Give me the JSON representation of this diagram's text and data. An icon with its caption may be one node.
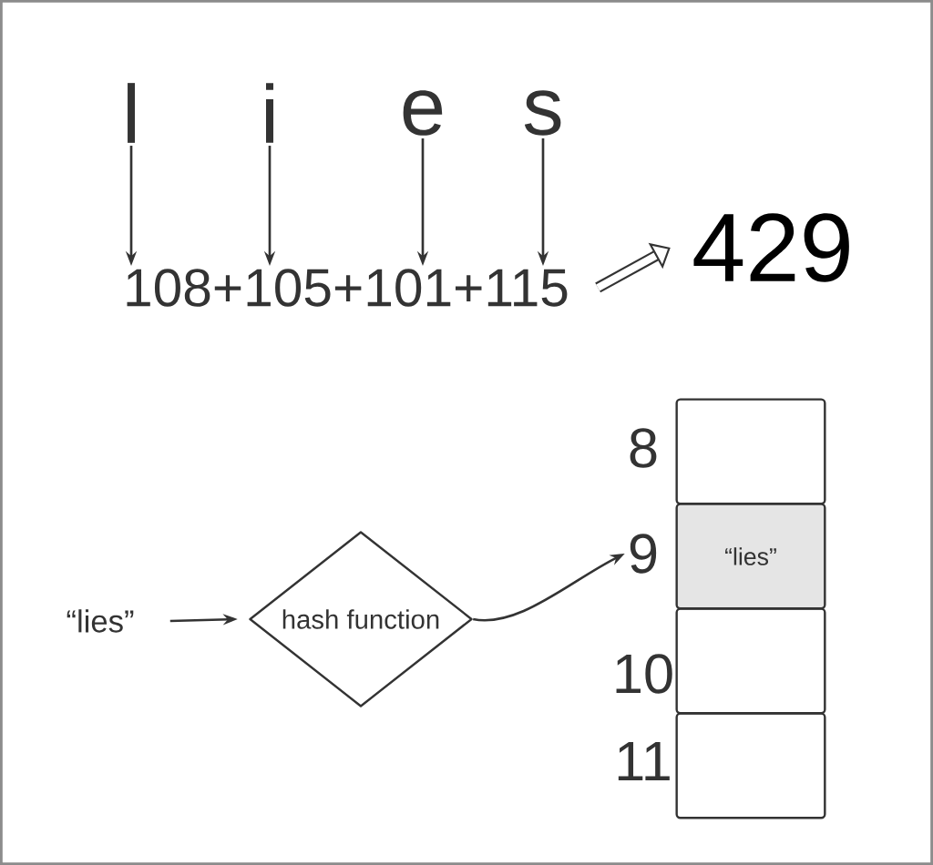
{
  "diagram": {
    "nodes": [
      {
        "text": [
          "l"
        ]
      },
      {
        "text": [
          "i"
        ]
      },
      {
        "text": [
          "e"
        ]
      },
      {
        "text": [
          "s"
        ]
      },
      {
        "text": [
          "108+105+101+115"
        ]
      },
      {
        "text": [
          "429"
        ]
      },
      {
        "text": [
          "“lies”"
        ]
      },
      {
        "text": [
          "hash function"
        ]
      },
      {
        "text": [
          "8"
        ]
      },
      {
        "text": [],
        "shape": "box"
      },
      {
        "text": [
          "9"
        ]
      },
      {
        "text": [
          "“lies”"
        ]
      },
      {
        "text": [
          "10"
        ]
      },
      {
        "text": [],
        "shape": "box"
      },
      {
        "text": [
          "11"
        ]
      },
      {
        "text": [],
        "shape": "box"
      }
    ],
    "edges": [
      {
        "from": 0,
        "to": 4,
        "arrow": "to"
      },
      {
        "from": 1,
        "to": 4,
        "arrow": "to"
      },
      {
        "from": 2,
        "to": 4,
        "arrow": "to"
      },
      {
        "from": 3,
        "to": 4,
        "arrow": "to"
      },
      {
        "from": 4,
        "to": 5,
        "arrow": "to",
        "style": "thick"
      },
      {
        "from": 6,
        "to": 7,
        "arrow": "to"
      },
      {
        "from": 7,
        "to": 10,
        "arrow": "to"
      }
    ]
  }
}
